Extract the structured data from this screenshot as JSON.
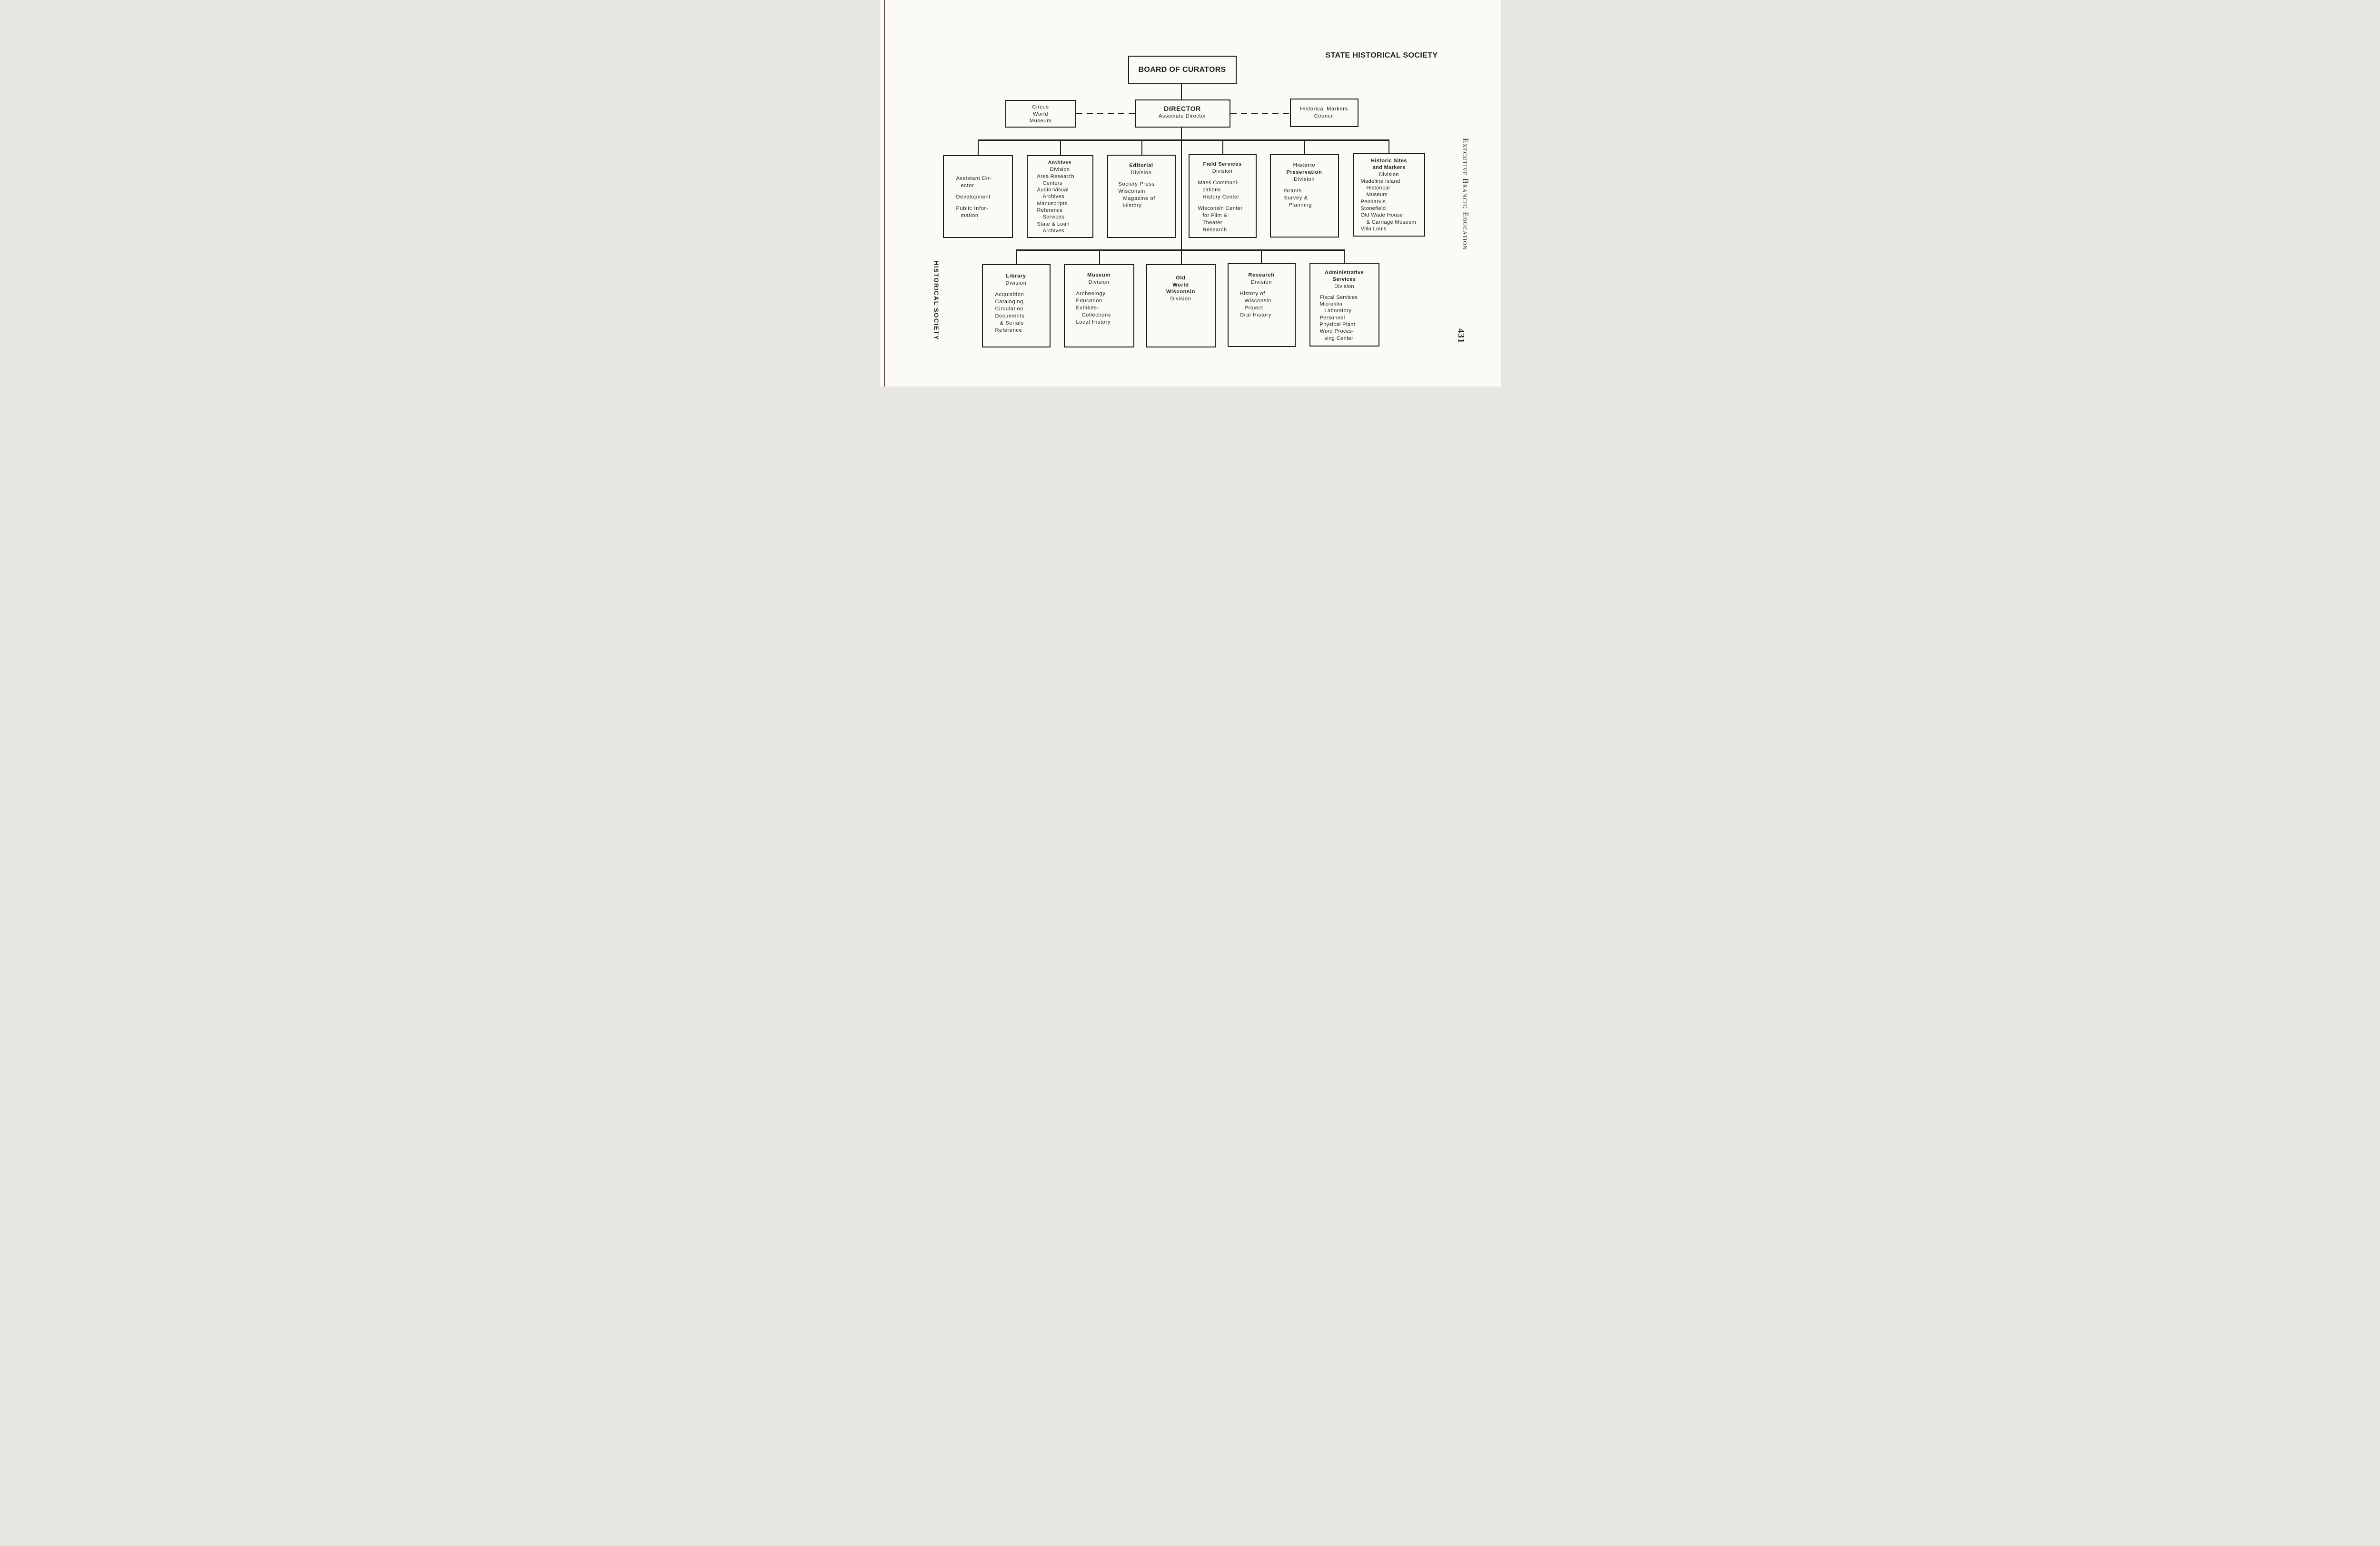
{
  "page": {
    "title": "STATE HISTORICAL SOCIETY",
    "side_label_left": "HISTORICAL SOCIETY",
    "side_label_right": "Executive Branch: Education",
    "page_number": "431"
  },
  "colors": {
    "ink": "#1c1c1c",
    "paper": "#fbfaf6",
    "gutter_line": "#5d2b22"
  },
  "org": {
    "board": "BOARD OF CURATORS",
    "director": {
      "title": "DIRECTOR",
      "subtitle": "Associate Director"
    },
    "circus": {
      "lines": [
        {
          "text": "Circus",
          "center": true
        },
        {
          "text": "World",
          "center": true
        },
        {
          "text": "Museum",
          "center": true
        }
      ]
    },
    "markers": {
      "lines": [
        {
          "text": "Historical Markers",
          "center": true
        },
        {
          "text": "Council",
          "center": true
        }
      ]
    },
    "row1": {
      "assistant": {
        "lines": [
          {
            "text": "Assistant Dir-"
          },
          {
            "text": "ector",
            "indent": true
          },
          {
            "spacer": true
          },
          {
            "text": "Development"
          },
          {
            "spacer": true
          },
          {
            "text": "Public Infor-"
          },
          {
            "text": "mation",
            "indent": true
          }
        ]
      },
      "archives": {
        "lines": [
          {
            "text": "Archives",
            "bold": true,
            "center": true
          },
          {
            "text": "Division",
            "center": true
          },
          {
            "text": "Area Research"
          },
          {
            "text": "Centers",
            "indent": true
          },
          {
            "text": "Audio-Visual"
          },
          {
            "text": "Archives",
            "indent": true
          },
          {
            "text": "Manuscripts"
          },
          {
            "text": "Reference"
          },
          {
            "text": "Services",
            "indent": true
          },
          {
            "text": "State & Loan"
          },
          {
            "text": "Archives",
            "indent": true
          }
        ]
      },
      "editorial": {
        "lines": [
          {
            "text": "Editorial",
            "bold": true,
            "center": true
          },
          {
            "text": "Division",
            "center": true
          },
          {
            "spacer": true
          },
          {
            "text": "Society Press"
          },
          {
            "text": "Wisconsin"
          },
          {
            "text": "Magazine of",
            "indent": true
          },
          {
            "text": "History",
            "indent": true
          }
        ]
      },
      "field_services": {
        "lines": [
          {
            "text": "Field Services",
            "bold": true,
            "center": true
          },
          {
            "text": "Division",
            "center": true
          },
          {
            "spacer": true
          },
          {
            "text": "Mass Communi-"
          },
          {
            "text": "cations",
            "indent": true
          },
          {
            "text": "History Center",
            "indent": true
          },
          {
            "spacer": true
          },
          {
            "text": "Wisconsin Center"
          },
          {
            "text": "for Film &",
            "indent": true
          },
          {
            "text": "Theater",
            "indent": true
          },
          {
            "text": "Research",
            "indent": true
          }
        ]
      },
      "historic_preservation": {
        "lines": [
          {
            "text": "Historic",
            "bold": true,
            "center": true
          },
          {
            "text": "Preservation",
            "bold": true,
            "center": true
          },
          {
            "text": "Division",
            "center": true
          },
          {
            "spacer": true
          },
          {
            "text": "Grants"
          },
          {
            "text": "Survey &"
          },
          {
            "text": "Planning",
            "indent": true
          }
        ]
      },
      "historic_sites": {
        "lines": [
          {
            "text": "Historic Sites",
            "bold": true,
            "center": true
          },
          {
            "text": "and Markers",
            "bold": true,
            "center": true
          },
          {
            "text": "Division",
            "center": true
          },
          {
            "text": "Madeline Island"
          },
          {
            "text": "Historical",
            "indent": true
          },
          {
            "text": "Museum",
            "indent": true
          },
          {
            "text": "Pendarvis"
          },
          {
            "text": "Stonefield"
          },
          {
            "text": "Old Wade House"
          },
          {
            "text": "& Carriage Museum",
            "indent": true
          },
          {
            "text": "Villa Louis"
          }
        ]
      }
    },
    "row2": {
      "library": {
        "lines": [
          {
            "text": "Library",
            "bold": true,
            "center": true
          },
          {
            "text": "Division",
            "center": true
          },
          {
            "spacer": true
          },
          {
            "text": "Acquisition"
          },
          {
            "text": "Cataloging"
          },
          {
            "text": "Circulation"
          },
          {
            "text": "Documents"
          },
          {
            "text": "& Serials",
            "indent": true
          },
          {
            "text": "Reference"
          }
        ]
      },
      "museum": {
        "lines": [
          {
            "text": "Museum",
            "bold": true,
            "center": true
          },
          {
            "text": "Division",
            "center": true
          },
          {
            "spacer": true
          },
          {
            "text": "Archeology"
          },
          {
            "text": "Education"
          },
          {
            "text": "Exhibits-"
          },
          {
            "text": "Collections",
            "indent": true
          },
          {
            "text": "Local History"
          }
        ]
      },
      "old_world_wisconsin": {
        "lines": [
          {
            "text": "Old",
            "bold": true,
            "center": true
          },
          {
            "text": "World",
            "bold": true,
            "center": true
          },
          {
            "text": "Wisconsin",
            "bold": true,
            "center": true
          },
          {
            "text": "Division",
            "center": true
          }
        ]
      },
      "research": {
        "lines": [
          {
            "text": "Research",
            "bold": true,
            "center": true
          },
          {
            "text": "Division",
            "center": true
          },
          {
            "spacer": true
          },
          {
            "text": "History of"
          },
          {
            "text": "Wisconsin",
            "indent": true
          },
          {
            "text": "Project",
            "indent": true
          },
          {
            "text": "Oral History"
          }
        ]
      },
      "administrative_services": {
        "lines": [
          {
            "text": "Administrative",
            "bold": true,
            "center": true
          },
          {
            "text": "Services",
            "bold": true,
            "center": true
          },
          {
            "text": "Division",
            "center": true
          },
          {
            "spacer": true
          },
          {
            "text": "Fiscal Services"
          },
          {
            "text": "Microfilm"
          },
          {
            "text": "Laboratory",
            "indent": true
          },
          {
            "text": "Personnel"
          },
          {
            "text": "Physical Plant"
          },
          {
            "text": "Word Proces-"
          },
          {
            "text": "sing Center",
            "indent": true
          }
        ]
      }
    }
  }
}
